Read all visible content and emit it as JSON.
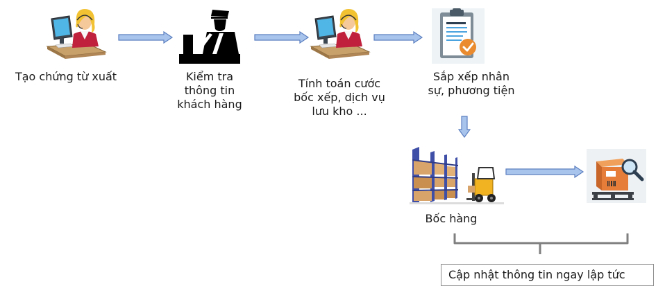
{
  "steps": {
    "step1": {
      "lines": [
        "Tạo chứng từ xuất"
      ],
      "icon": "operator-at-computer-icon"
    },
    "step2": {
      "lines": [
        "Kiểm tra",
        "thông tin",
        "khách hàng"
      ],
      "icon": "customs-officer-icon"
    },
    "step3": {
      "lines": [
        "Tính toán cước",
        "bốc xếp, dịch vụ",
        "lưu kho ..."
      ],
      "icon": "operator-at-computer-icon"
    },
    "step4": {
      "lines": [
        "Sắp xếp nhân",
        "sự, phương tiện"
      ],
      "icon": "clipboard-checklist-icon"
    },
    "step5": {
      "lines": [
        "Bốc hàng"
      ],
      "icon": "warehouse-forklift-icon"
    },
    "step6": {
      "lines": [],
      "icon": "package-inspect-icon"
    }
  },
  "result": {
    "label": "Cập nhật thông tin ngay lập tức"
  },
  "colors": {
    "arrow_fill": "#a9c4ec",
    "arrow_stroke": "#5b7fc0",
    "brace": "#7f7f7f"
  }
}
